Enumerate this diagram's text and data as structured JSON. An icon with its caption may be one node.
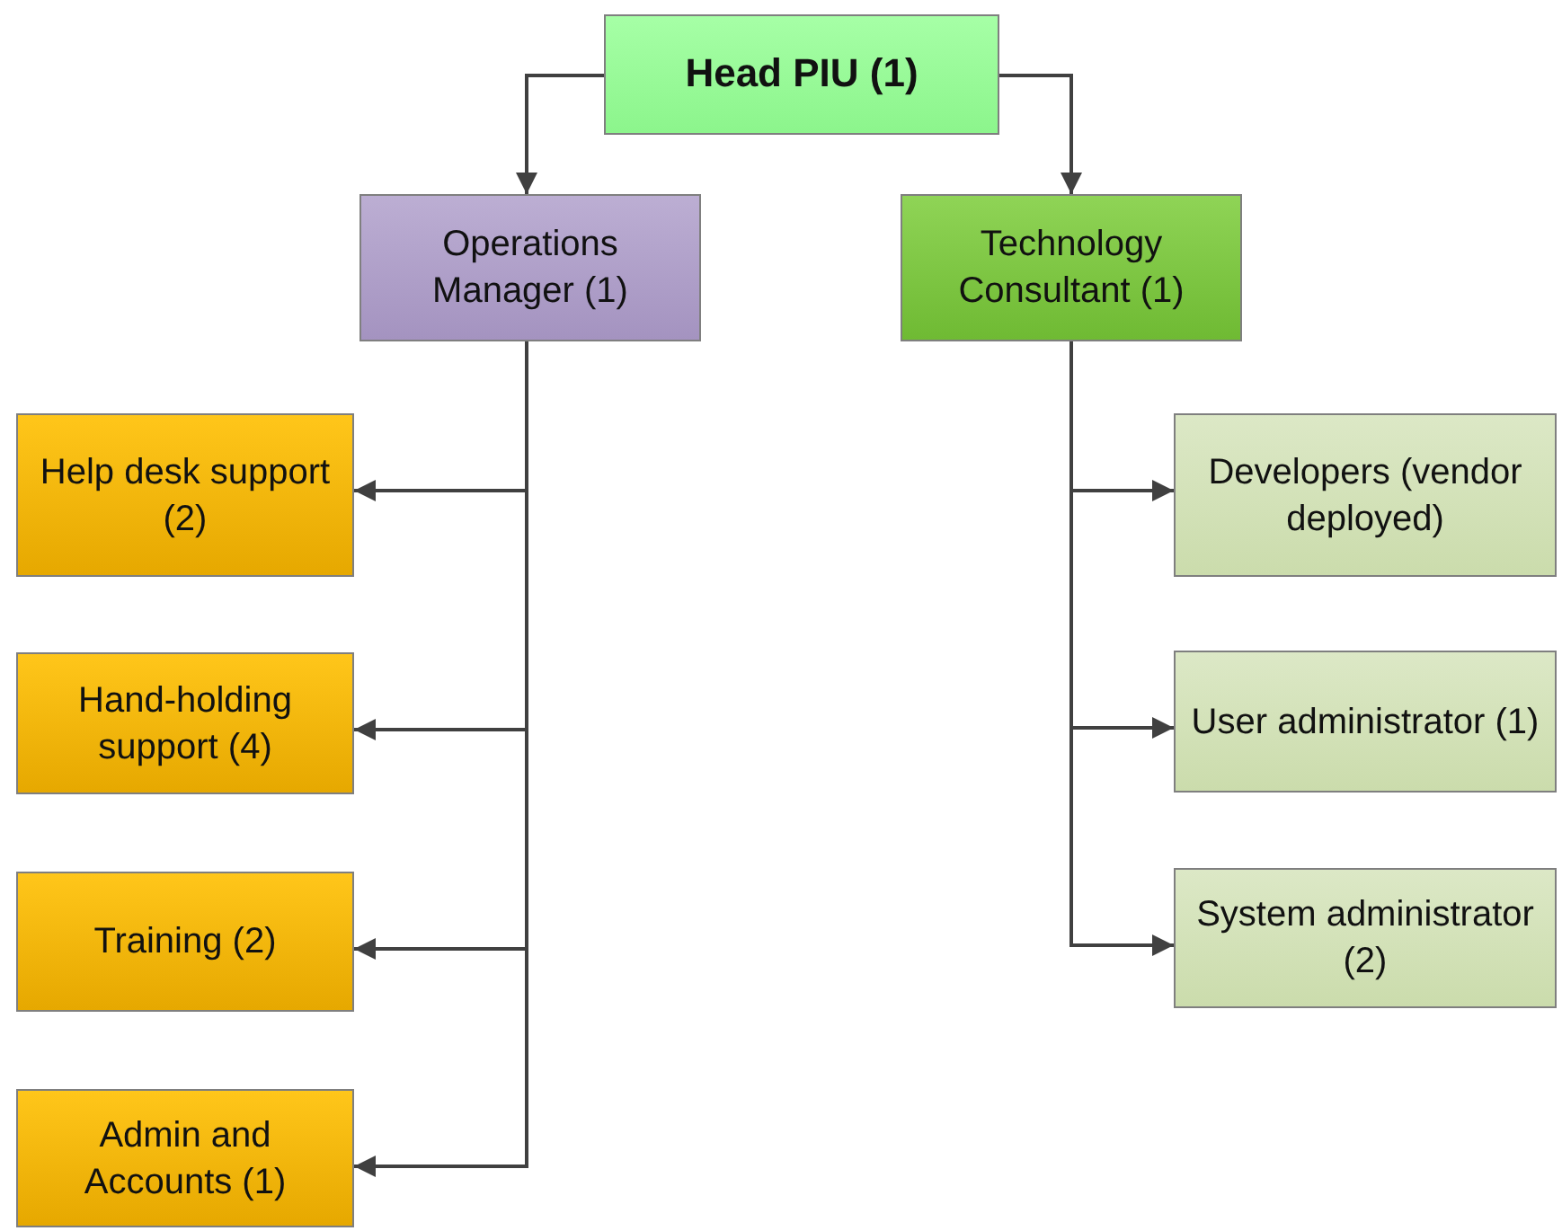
{
  "diagram": {
    "nodes": [
      {
        "text": [
          "Head PIU (1)"
        ]
      },
      {
        "text": [
          "Operations Manager (1)"
        ]
      },
      {
        "text": [
          "Technology Consultant (1)"
        ]
      },
      {
        "text": [
          "Help desk support (2)"
        ]
      },
      {
        "text": [
          "Hand-holding support (4)"
        ]
      },
      {
        "text": [
          "Training (2)"
        ]
      },
      {
        "text": [
          "Admin and Accounts (1)"
        ]
      },
      {
        "text": [
          "Developers (vendor deployed)"
        ]
      },
      {
        "text": [
          "User administrator (1)"
        ]
      },
      {
        "text": [
          "System administrator (2)"
        ]
      }
    ],
    "edges": [
      {
        "from": 0,
        "to": 1,
        "arrow": "to"
      },
      {
        "from": 0,
        "to": 2,
        "arrow": "to"
      },
      {
        "from": 1,
        "to": 3,
        "arrow": "to"
      },
      {
        "from": 1,
        "to": 4,
        "arrow": "to"
      },
      {
        "from": 1,
        "to": 5,
        "arrow": "to"
      },
      {
        "from": 1,
        "to": 6,
        "arrow": "to"
      },
      {
        "from": 2,
        "to": 7,
        "arrow": "to"
      },
      {
        "from": 2,
        "to": 8,
        "arrow": "to"
      },
      {
        "from": 2,
        "to": 9,
        "arrow": "to"
      }
    ]
  }
}
